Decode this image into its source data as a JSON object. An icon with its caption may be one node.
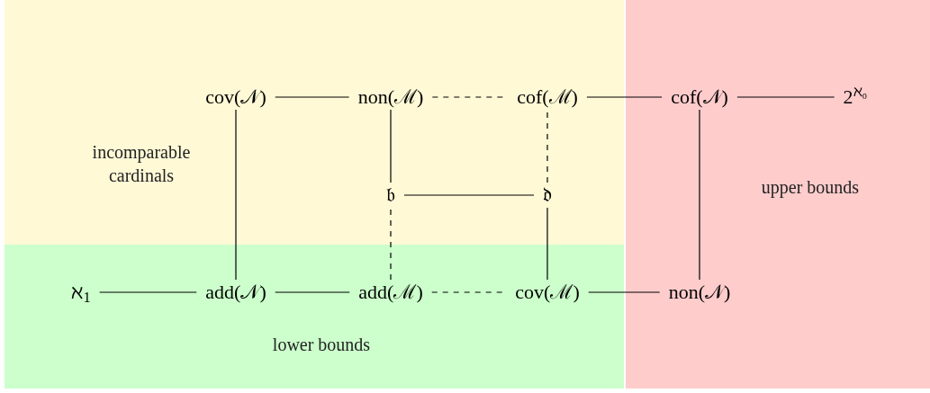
{
  "diagram": {
    "nodes": [
      {
        "text": [
          "incomparable cardinals"
        ]
      },
      {
        "text": [
          "lower bounds"
        ]
      },
      {
        "text": [
          "upper bounds"
        ]
      },
      {
        "text": [
          "cov(𝒩)"
        ],
        "in": 0
      },
      {
        "text": [
          "non(ℳ)"
        ],
        "in": 0
      },
      {
        "text": [
          "cof(ℳ)"
        ],
        "in": 0
      },
      {
        "text": [
          "cof(𝒩)"
        ],
        "in": 2
      },
      {
        "text": [
          "2$^{ℵ₀}$"
        ],
        "in": 2
      },
      {
        "text": [
          "𝔟"
        ],
        "in": 0
      },
      {
        "text": [
          "𝔡"
        ],
        "in": 0
      },
      {
        "text": [
          "ℵ$_{1}$"
        ],
        "in": 1
      },
      {
        "text": [
          "add(𝒩)"
        ],
        "in": 1
      },
      {
        "text": [
          "add(ℳ)"
        ],
        "in": 1
      },
      {
        "text": [
          "cov(ℳ)"
        ],
        "in": 1
      },
      {
        "text": [
          "non(𝒩)"
        ],
        "in": 2
      }
    ],
    "edges": [
      {
        "from": 3,
        "to": 4,
        "arrow": "none"
      },
      {
        "from": 4,
        "to": 5,
        "arrow": "none",
        "style": "dashed"
      },
      {
        "from": 5,
        "to": 6,
        "arrow": "none"
      },
      {
        "from": 6,
        "to": 7,
        "arrow": "none"
      },
      {
        "from": 11,
        "to": 3,
        "arrow": "none"
      },
      {
        "from": 8,
        "to": 4,
        "arrow": "none"
      },
      {
        "from": 9,
        "to": 5,
        "arrow": "none",
        "style": "dashed"
      },
      {
        "from": 8,
        "to": 9,
        "arrow": "none"
      },
      {
        "from": 12,
        "to": 8,
        "arrow": "none",
        "style": "dashed"
      },
      {
        "from": 13,
        "to": 9,
        "arrow": "none"
      },
      {
        "from": 10,
        "to": 11,
        "arrow": "none"
      },
      {
        "from": 11,
        "to": 12,
        "arrow": "none"
      },
      {
        "from": 12,
        "to": 13,
        "arrow": "none",
        "style": "dashed"
      },
      {
        "from": 13,
        "to": 14,
        "arrow": "none"
      },
      {
        "from": 14,
        "to": 6,
        "arrow": "none"
      }
    ]
  }
}
